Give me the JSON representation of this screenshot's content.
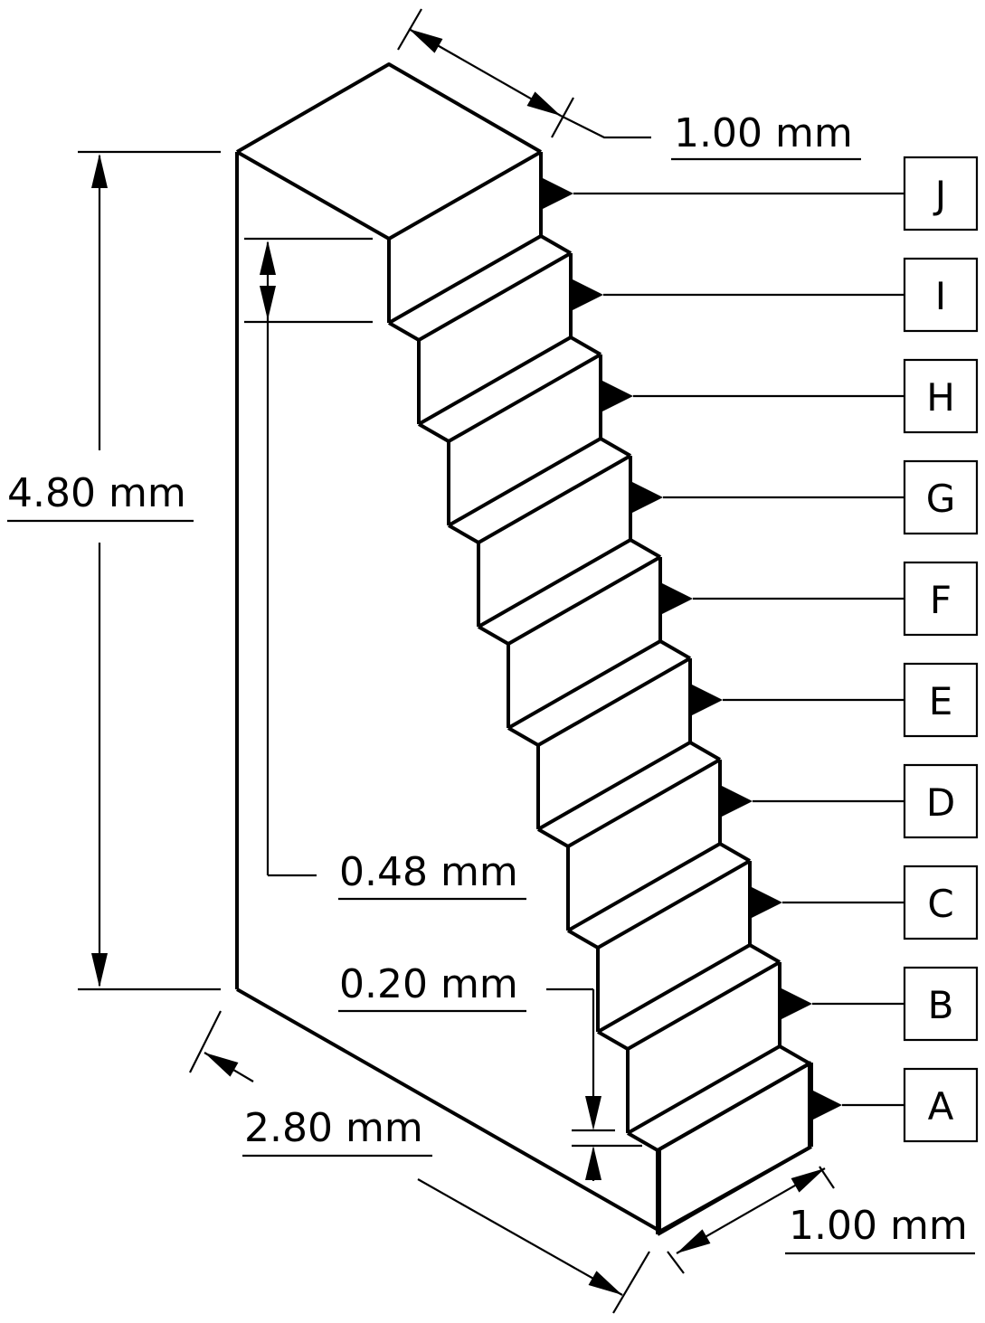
{
  "dimensions": {
    "top_depth": "1.00 mm",
    "total_height": "4.80 mm",
    "step_height": "0.48 mm",
    "step_offset": "0.20 mm",
    "base_length": "2.80 mm",
    "bottom_depth": "1.00 mm"
  },
  "step_labels": [
    "J",
    "I",
    "H",
    "G",
    "F",
    "E",
    "D",
    "C",
    "B",
    "A"
  ],
  "colors": {
    "line": "#000000",
    "background": "#ffffff"
  }
}
